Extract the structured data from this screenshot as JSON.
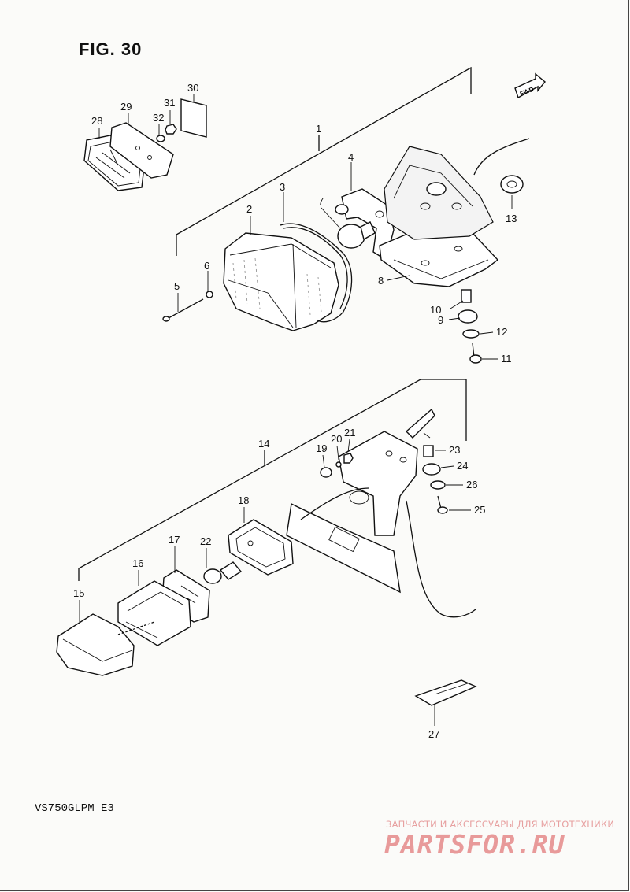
{
  "figure": {
    "title": "FIG. 30",
    "model": "VS750GLPM  E3",
    "fwd_icon_label": "FWD"
  },
  "watermark": {
    "subtitle": "ЗАПЧАСТИ И АКСЕССУАРЫ ДЛЯ МОТОТЕХНИКИ",
    "brand": "PARTSFOR.RU"
  },
  "callouts": {
    "c1": "1",
    "c2": "2",
    "c3": "3",
    "c4": "4",
    "c5": "5",
    "c6": "6",
    "c7": "7",
    "c8": "8",
    "c9": "9",
    "c10": "10",
    "c11": "11",
    "c12": "12",
    "c13": "13",
    "c14": "14",
    "c15": "15",
    "c16": "16",
    "c17": "17",
    "c18": "18",
    "c19": "19",
    "c20": "20",
    "c21": "21",
    "c22": "22",
    "c23": "23",
    "c24": "24",
    "c25": "25",
    "c26": "26",
    "c27": "27",
    "c28": "28",
    "c29": "29",
    "c30": "30",
    "c31": "31",
    "c32": "32"
  }
}
